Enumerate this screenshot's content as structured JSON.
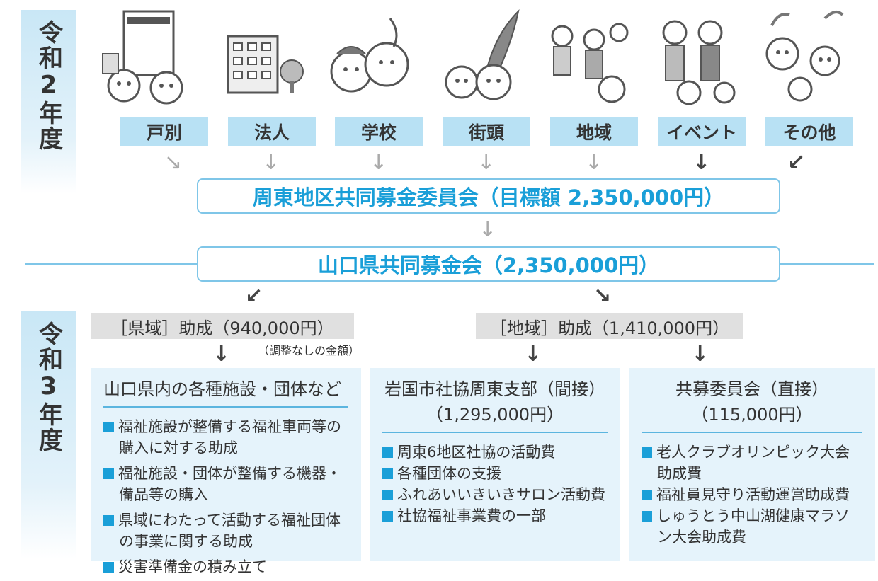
{
  "years": {
    "top": "令和2年度",
    "bottom": "令和3年度"
  },
  "categories": [
    {
      "label": "戸別",
      "icon": "door-to-door-mascots-illustration"
    },
    {
      "label": "法人",
      "icon": "office-building-illustration"
    },
    {
      "label": "学校",
      "icon": "school-children-mascots-illustration"
    },
    {
      "label": "街頭",
      "icon": "street-feather-mascots-illustration"
    },
    {
      "label": "地域",
      "icon": "community-people-illustration"
    },
    {
      "label": "イベント",
      "icon": "event-people-illustration"
    },
    {
      "label": "その他",
      "icon": "flying-feathers-mascots-illustration"
    }
  ],
  "committee": {
    "label": "周東地区共同募金委員会（目標額 2,350,000円）"
  },
  "prefecture": {
    "label": "山口県共同募金会（2,350,000円）"
  },
  "grants": {
    "prefecture_wide": {
      "label": "［県域］助成（940,000円）",
      "note": "（調整なしの金額）"
    },
    "local": {
      "label": "［地域］助成（1,410,000円）"
    }
  },
  "panels": [
    {
      "title_lines": [
        "山口県内の各種施設・団体など"
      ],
      "items": [
        "福祉施設が整備する福祉車両等の購入に対する助成",
        "福祉施設・団体が整備する機器・備品等の購入",
        "県域にわたって活動する福祉団体の事業に関する助成",
        "災害準備金の積み立て"
      ]
    },
    {
      "title_lines": [
        "岩国市社協周東支部（間接）",
        "（1,295,000円）"
      ],
      "items": [
        "周東6地区社協の活動費",
        "各種団体の支援",
        "ふれあいいきいきサロン活動費",
        "社協福祉事業費の一部"
      ]
    },
    {
      "title_lines": [
        "共募委員会（直接）",
        "（115,000円）"
      ],
      "items": [
        "老人クラブオリンピック大会助成費",
        "福祉員見守り活動運営助成費",
        "しゅうとう中山湖健康マラソン大会助成費"
      ]
    }
  ],
  "colors": {
    "accent": "#1a9fd8",
    "label_bg": "#b8e1f4",
    "panel_bg": "#e5f3fb",
    "grant_bg": "#e0e0e0"
  }
}
